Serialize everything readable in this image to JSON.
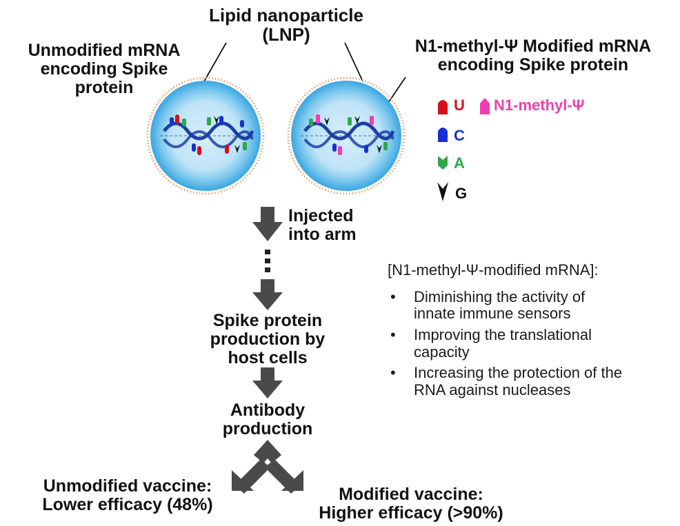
{
  "labels": {
    "lnp": "Lipid nanoparticle\n(LNP)",
    "unmodified_mrna": "Unmodified mRNA\nencoding Spike\nprotein",
    "modified_mrna": "N1-methyl-Ψ Modified mRNA\nencoding Spike protein"
  },
  "legend": {
    "u": "U",
    "n1": "N1-methyl-Ψ",
    "c": "C",
    "a": "A",
    "g": "G"
  },
  "flow": {
    "injected": "Injected\ninto arm",
    "spike": "Spike protein\nproduction by\nhost cells",
    "antibody": "Antibody\nproduction",
    "unmodified_vaccine": "Unmodified vaccine:\nLower efficacy (48%)",
    "modified_vaccine": "Modified vaccine:\nHigher efficacy (>90%)"
  },
  "notes": {
    "title": "[N1-methyl-Ψ-modified mRNA]:",
    "items": [
      "Diminishing the activity of\ninnate immune sensors",
      "Improving the translational\ncapacity",
      "Increasing the protection of the\nRNA against nucleases"
    ]
  },
  "colors": {
    "uracil": "#d4101c",
    "n1_methyl_psi": "#ee3fb0",
    "cytosine": "#1730d8",
    "adenine": "#2ea84a",
    "guanine": "#111111",
    "backbone": "#1b3fa8",
    "lnp_core": "#bfe3f7",
    "lnp_rim": "#4fb5e8",
    "lipid_dots": "#e8a070",
    "arrow": "#4a4a4a"
  },
  "icons": [
    "down-arrow-icon",
    "split-arrow-icon",
    "ellipsis-dots-icon"
  ]
}
